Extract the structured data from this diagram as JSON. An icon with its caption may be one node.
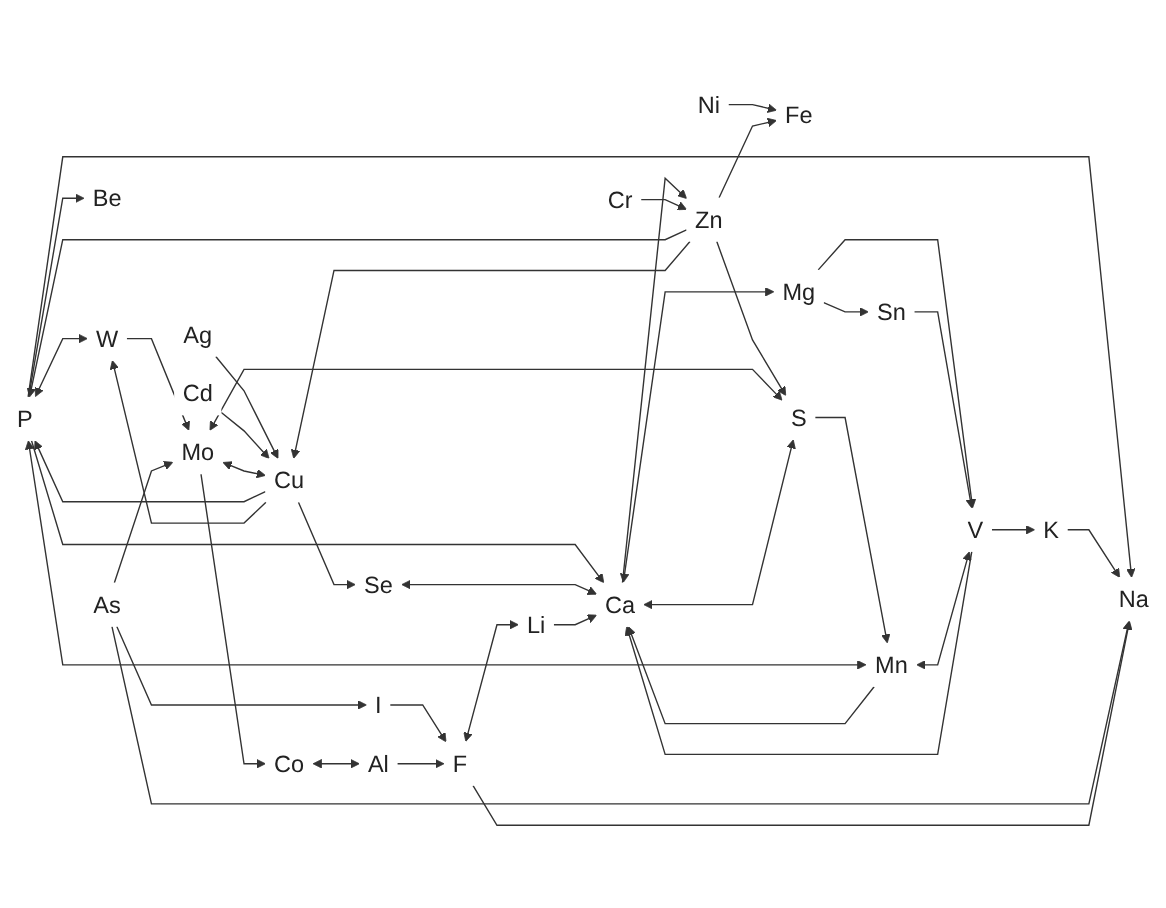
{
  "diagram": {
    "nodes": [
      {
        "text": [
          "P"
        ]
      },
      {
        "text": [
          "Co"
        ]
      },
      {
        "text": [
          "W"
        ]
      },
      {
        "text": [
          "Fe"
        ]
      },
      {
        "text": [
          "I"
        ]
      },
      {
        "text": [
          "Na"
        ]
      },
      {
        "text": [
          "Ca"
        ]
      },
      {
        "text": [
          "Ag"
        ]
      },
      {
        "text": [
          "Cr"
        ]
      },
      {
        "text": [
          "Cd"
        ]
      },
      {
        "text": [
          "Be"
        ]
      },
      {
        "text": [
          "Al"
        ]
      },
      {
        "text": [
          "Sn"
        ]
      },
      {
        "text": [
          "Cu"
        ]
      },
      {
        "text": [
          "Mn"
        ]
      },
      {
        "text": [
          "Ni"
        ]
      },
      {
        "text": [
          "K"
        ]
      },
      {
        "text": [
          "Mo"
        ]
      },
      {
        "text": [
          "Li"
        ]
      },
      {
        "text": [
          "Se"
        ]
      },
      {
        "text": [
          "Mg"
        ]
      },
      {
        "text": [
          "Zn"
        ]
      },
      {
        "text": [
          "As"
        ]
      },
      {
        "text": [
          "F"
        ]
      },
      {
        "text": [
          "S"
        ]
      },
      {
        "text": [
          "V"
        ]
      }
    ],
    "edges": [
      {
        "from": 13,
        "to": 0,
        "arrow": "to"
      },
      {
        "from": 0,
        "to": 2,
        "arrow": "both"
      },
      {
        "from": 0,
        "to": 5,
        "arrow": "to"
      },
      {
        "from": 0,
        "to": 6,
        "arrow": "to"
      },
      {
        "from": 21,
        "to": 0,
        "arrow": "to"
      },
      {
        "from": 14,
        "to": 0,
        "arrow": "both"
      },
      {
        "from": 0,
        "to": 10,
        "arrow": "to"
      },
      {
        "from": 22,
        "to": 4,
        "arrow": "to"
      },
      {
        "from": 4,
        "to": 23,
        "arrow": "to"
      },
      {
        "from": 6,
        "to": 21,
        "arrow": "to"
      },
      {
        "from": 6,
        "to": 20,
        "arrow": "both"
      },
      {
        "from": 19,
        "to": 6,
        "arrow": "both"
      },
      {
        "from": 18,
        "to": 6,
        "arrow": "to"
      },
      {
        "from": 16,
        "to": 5,
        "arrow": "to"
      },
      {
        "from": 8,
        "to": 21,
        "arrow": "to"
      },
      {
        "from": 7,
        "to": 13,
        "arrow": "to"
      },
      {
        "from": 9,
        "to": 13,
        "arrow": "to"
      },
      {
        "from": 21,
        "to": 13,
        "arrow": "to"
      },
      {
        "from": 17,
        "to": 13,
        "arrow": "both"
      },
      {
        "from": 13,
        "to": 19,
        "arrow": "to"
      },
      {
        "from": 24,
        "to": 17,
        "arrow": "both"
      },
      {
        "from": 24,
        "to": 14,
        "arrow": "to"
      },
      {
        "from": 25,
        "to": 16,
        "arrow": "to"
      },
      {
        "from": 15,
        "to": 3,
        "arrow": "to"
      },
      {
        "from": 20,
        "to": 12,
        "arrow": "to"
      },
      {
        "from": 20,
        "to": 25,
        "arrow": "to"
      },
      {
        "from": 13,
        "to": 2,
        "arrow": "to"
      },
      {
        "from": 11,
        "to": 23,
        "arrow": "to"
      },
      {
        "from": 12,
        "to": 25,
        "arrow": "to"
      },
      {
        "from": 1,
        "to": 11,
        "arrow": "both"
      },
      {
        "from": 24,
        "to": 6,
        "arrow": "both"
      },
      {
        "from": 25,
        "to": 6,
        "arrow": "to"
      },
      {
        "from": 2,
        "to": 17,
        "arrow": "to"
      },
      {
        "from": 21,
        "to": 24,
        "arrow": "to"
      },
      {
        "from": 21,
        "to": 3,
        "arrow": "to"
      },
      {
        "from": 22,
        "to": 17,
        "arrow": "to"
      },
      {
        "from": 23,
        "to": 18,
        "arrow": "both"
      },
      {
        "from": 14,
        "to": 25,
        "arrow": "both"
      },
      {
        "from": 14,
        "to": 6,
        "arrow": "to"
      },
      {
        "from": 17,
        "to": 1,
        "arrow": "to"
      },
      {
        "from": 22,
        "to": 5,
        "arrow": "to"
      },
      {
        "from": 23,
        "to": 5,
        "arrow": "to"
      }
    ]
  }
}
